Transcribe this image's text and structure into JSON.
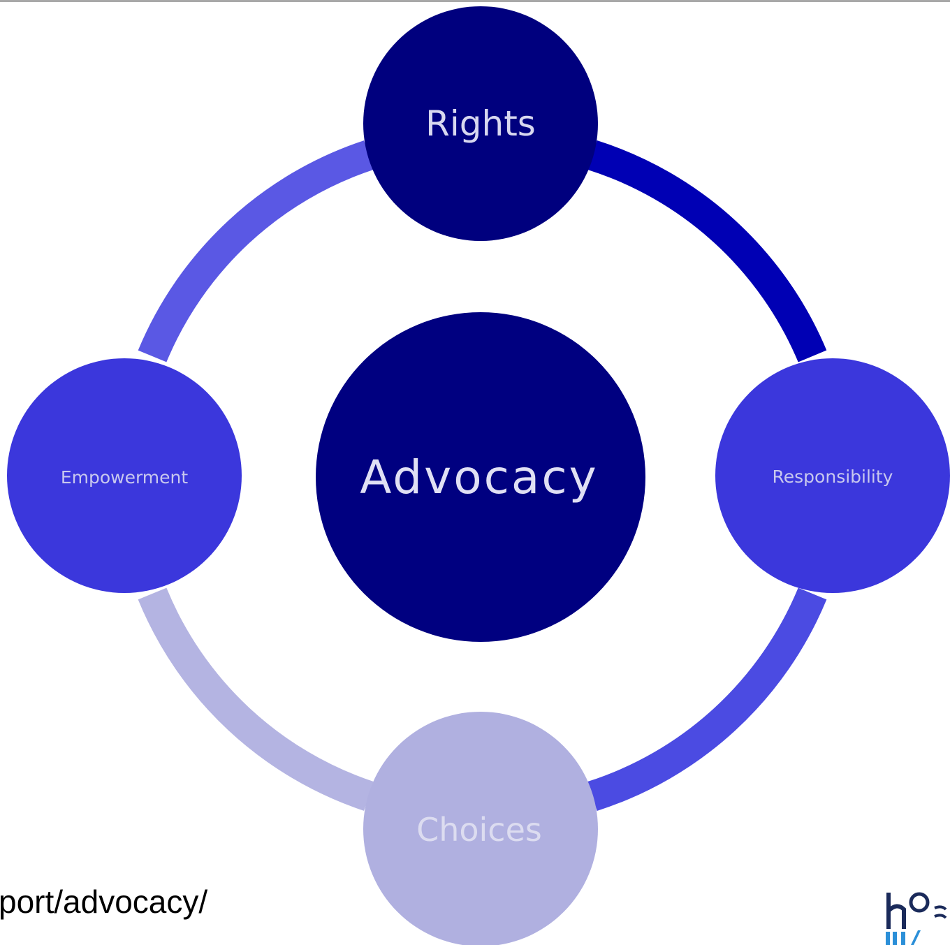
{
  "diagram": {
    "center": {
      "label": "Advocacy"
    },
    "nodes": {
      "top": {
        "label": "Rights"
      },
      "right": {
        "label": "Responsibility"
      },
      "bottom": {
        "label": "Choices"
      },
      "left": {
        "label": "Empowerment"
      }
    }
  },
  "footer": {
    "url_fragment": "port/advocacy/"
  },
  "colors": {
    "navy": "#000080",
    "deep_blue": "#0000b4",
    "medium_blue": "#3b37dc",
    "arc_medium": "#4b4be2",
    "light_purple": "#b0b0e0",
    "label_light": "#d8d8f0",
    "background": "#ffffff"
  },
  "icons": {
    "logo": "organization-logo-icon"
  }
}
